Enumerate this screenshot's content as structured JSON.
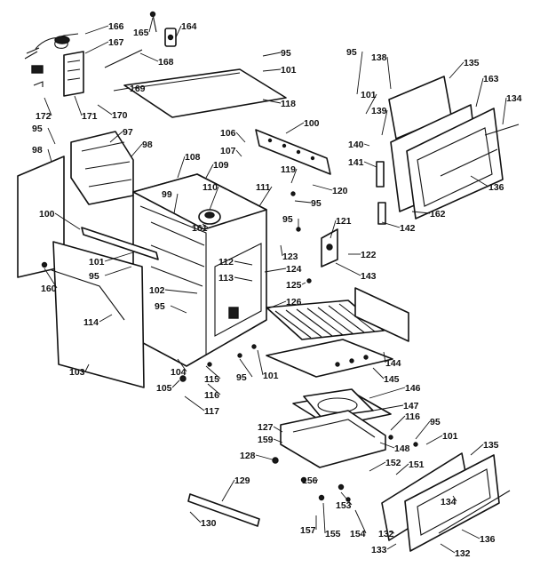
{
  "callouts": [
    {
      "id": "c166",
      "text": "166"
    },
    {
      "id": "c167",
      "text": "167"
    },
    {
      "id": "c165",
      "text": "165"
    },
    {
      "id": "c164",
      "text": "164"
    },
    {
      "id": "c168",
      "text": "168"
    },
    {
      "id": "c95a",
      "text": "95"
    },
    {
      "id": "c101a",
      "text": "101"
    },
    {
      "id": "c169",
      "text": "169"
    },
    {
      "id": "c172",
      "text": "172"
    },
    {
      "id": "c171",
      "text": "171"
    },
    {
      "id": "c170",
      "text": "170"
    },
    {
      "id": "c118",
      "text": "118"
    },
    {
      "id": "c95b",
      "text": "95"
    },
    {
      "id": "c97",
      "text": "97"
    },
    {
      "id": "c98a",
      "text": "98"
    },
    {
      "id": "c98b",
      "text": "98"
    },
    {
      "id": "c106",
      "text": "106"
    },
    {
      "id": "c107",
      "text": "107"
    },
    {
      "id": "c109",
      "text": "109"
    },
    {
      "id": "c108",
      "text": "108"
    },
    {
      "id": "c100a",
      "text": "100"
    },
    {
      "id": "c119",
      "text": "119"
    },
    {
      "id": "c120",
      "text": "120"
    },
    {
      "id": "c95c",
      "text": "95"
    },
    {
      "id": "c111",
      "text": "111"
    },
    {
      "id": "c110",
      "text": "110"
    },
    {
      "id": "c99",
      "text": "99"
    },
    {
      "id": "c100b",
      "text": "100"
    },
    {
      "id": "c161",
      "text": "161"
    },
    {
      "id": "c95d",
      "text": "95"
    },
    {
      "id": "c123",
      "text": "123"
    },
    {
      "id": "c121",
      "text": "121"
    },
    {
      "id": "c122",
      "text": "122"
    },
    {
      "id": "c101b",
      "text": "101"
    },
    {
      "id": "c95e",
      "text": "95"
    },
    {
      "id": "c112",
      "text": "112"
    },
    {
      "id": "c113",
      "text": "113"
    },
    {
      "id": "c124",
      "text": "124"
    },
    {
      "id": "c143",
      "text": "143"
    },
    {
      "id": "c160",
      "text": "160"
    },
    {
      "id": "c125",
      "text": "125"
    },
    {
      "id": "c102",
      "text": "102"
    },
    {
      "id": "c126",
      "text": "126"
    },
    {
      "id": "c95f",
      "text": "95"
    },
    {
      "id": "c114",
      "text": "114"
    },
    {
      "id": "c103",
      "text": "103"
    },
    {
      "id": "c104",
      "text": "104"
    },
    {
      "id": "c115",
      "text": "115"
    },
    {
      "id": "c95g",
      "text": "95"
    },
    {
      "id": "c101c",
      "text": "101"
    },
    {
      "id": "c144",
      "text": "144"
    },
    {
      "id": "c145",
      "text": "145"
    },
    {
      "id": "c105",
      "text": "105"
    },
    {
      "id": "c116a",
      "text": "116"
    },
    {
      "id": "c117",
      "text": "117"
    },
    {
      "id": "c95h",
      "text": "95"
    },
    {
      "id": "c135a",
      "text": "135"
    },
    {
      "id": "c138",
      "text": "138"
    },
    {
      "id": "c101d",
      "text": "101"
    },
    {
      "id": "c163",
      "text": "163"
    },
    {
      "id": "c134a",
      "text": "134"
    },
    {
      "id": "c139",
      "text": "139"
    },
    {
      "id": "c140",
      "text": "140"
    },
    {
      "id": "c141",
      "text": "141"
    },
    {
      "id": "c136a",
      "text": "136"
    },
    {
      "id": "c162",
      "text": "162"
    },
    {
      "id": "c142",
      "text": "142"
    },
    {
      "id": "c146",
      "text": "146"
    },
    {
      "id": "c147",
      "text": "147"
    },
    {
      "id": "c116b",
      "text": "116"
    },
    {
      "id": "c127",
      "text": "127"
    },
    {
      "id": "c95i",
      "text": "95"
    },
    {
      "id": "c101e",
      "text": "101"
    },
    {
      "id": "c159",
      "text": "159"
    },
    {
      "id": "c148",
      "text": "148"
    },
    {
      "id": "c135b",
      "text": "135"
    },
    {
      "id": "c128",
      "text": "128"
    },
    {
      "id": "c152",
      "text": "152"
    },
    {
      "id": "c151",
      "text": "151"
    },
    {
      "id": "c156",
      "text": "156"
    },
    {
      "id": "c129",
      "text": "129"
    },
    {
      "id": "c153",
      "text": "153"
    },
    {
      "id": "c134b",
      "text": "134"
    },
    {
      "id": "c130",
      "text": "130"
    },
    {
      "id": "c157",
      "text": "157"
    },
    {
      "id": "c155",
      "text": "155"
    },
    {
      "id": "c154",
      "text": "154"
    },
    {
      "id": "c132a",
      "text": "132"
    },
    {
      "id": "c136b",
      "text": "136"
    },
    {
      "id": "c133",
      "text": "133"
    },
    {
      "id": "c132b",
      "text": "132"
    }
  ]
}
